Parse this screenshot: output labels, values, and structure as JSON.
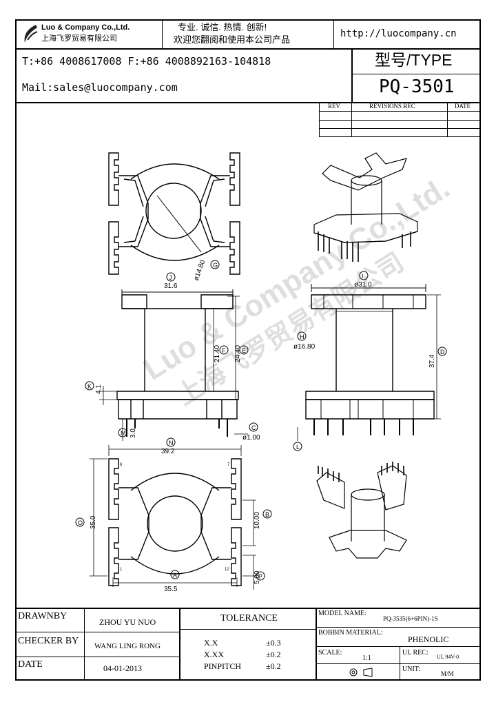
{
  "header": {
    "company_en": "Luo & Company Co.,Ltd.",
    "company_cn": "上海飞罗贸易有限公司",
    "slogan_1": "专业. 诚信. 热情. 创新!",
    "slogan_2": "欢迎您翻阅和使用本公司产品",
    "website": "http://luocompany.cn",
    "phone_fax": "T:+86 4008617008 F:+86 4008892163-104818",
    "mail": "Mail:sales@luocompany.com",
    "type_label": "型号/TYPE",
    "part_no": "PQ-3501"
  },
  "revisions": {
    "col_rev": "REV",
    "col_rec": "REVISIONS REC",
    "col_date": "DATE"
  },
  "dims": {
    "top_dia": "ø14.80",
    "top_dia_tag": "G",
    "width_j_tag": "J",
    "width_j": "31.6",
    "h_f": "21.40",
    "h_f_tag": "F",
    "h_e": "24.40",
    "h_e_tag": "E",
    "k_tag": "K",
    "k_val": "4.1",
    "m_tag": "M",
    "m_val": "3.0",
    "c_tag": "C",
    "c_val": "ø1.00",
    "i_tag": "I",
    "i_val": "ø31.0",
    "h_tag": "H",
    "h_val": "ø16.80",
    "d_tag": "D",
    "d_val": "37.4",
    "l_tag": "L",
    "n_tag": "N",
    "n_val": "39.2",
    "o_tag": "O",
    "o_val": "35.0",
    "b_tag": "B",
    "b_val": "10.00",
    "p_tag": "P",
    "p_val": "5.00",
    "a_tag": "A",
    "a_val": "35.5",
    "pin_6": "6",
    "pin_1": "1",
    "pin_7": "7",
    "pin_12": "12"
  },
  "watermark": {
    "line1": "Luo & Company Co.,Ltd.",
    "line2": "上海飞罗贸易有限公司"
  },
  "title_block": {
    "drawn_label": "DRAWNBY",
    "drawn_value": "ZHOU YU NUO",
    "checker_label": "CHECKER BY",
    "checker_value": "WANG LING RONG",
    "date_label": "DATE",
    "date_value": "04-01-2013",
    "tolerance_label": "TOLERANCE",
    "tol_xx_label": "X.X",
    "tol_xx_value": "±0.3",
    "tol_xxx_label": "X.XX",
    "tol_xxx_value": "±0.2",
    "tol_pin_label": "PINPITCH",
    "tol_pin_value": "±0.2",
    "model_label": "MODEL NAME:",
    "model_value": "PQ-3535(6+6PIN)-1S",
    "bobbin_label": "BOBBIN MATERIAL:",
    "bobbin_value": "PHENOLIC",
    "scale_label": "SCALE:",
    "scale_value": "1:1",
    "ul_label": "UL REC:",
    "ul_value": "UL 94V-0",
    "unit_label": "UNIT:",
    "unit_value": "M/M"
  }
}
